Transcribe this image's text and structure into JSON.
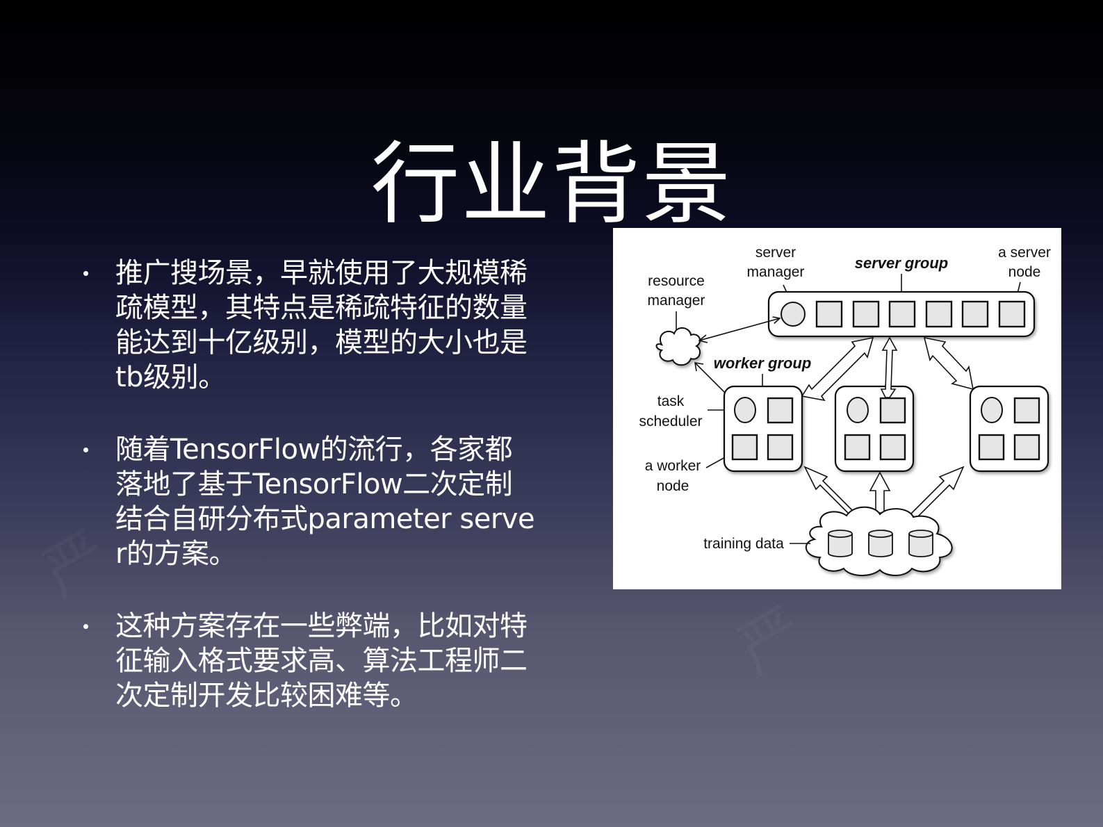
{
  "slide": {
    "title": "行业背景",
    "bullets": [
      {
        "text": "推广搜场景，早就使用了大规模稀疏模型，其特点是稀疏特征的数量能达到十亿级别，模型的大小也是tb级别。"
      },
      {
        "text": "随着TensorFlow的流行，各家都落地了基于TensorFlow二次定制结合自研分布式parameter server的方案。"
      },
      {
        "text": "这种方案存在一些弊端，比如对特征输入格式要求高、算法工程师二次定制开发比较困难等。"
      }
    ],
    "watermark": "严"
  },
  "diagram": {
    "labels": {
      "server_manager_line1": "server",
      "server_manager_line2": "manager",
      "server_group": "server group",
      "server_node_line1": "a server",
      "server_node_line2": "node",
      "resource_manager_line1": "resource",
      "resource_manager_line2": "manager",
      "worker_group": "worker group",
      "task_scheduler_line1": "task",
      "task_scheduler_line2": "scheduler",
      "worker_node_line1": "a worker",
      "worker_node_line2": "node",
      "training_data": "training data"
    },
    "colors": {
      "node_fill": "#e6e6e6",
      "stroke": "#111111",
      "panel": "#ffffff"
    },
    "server_node_count": 6,
    "worker_group_count": 3,
    "data_shard_count": 3
  }
}
